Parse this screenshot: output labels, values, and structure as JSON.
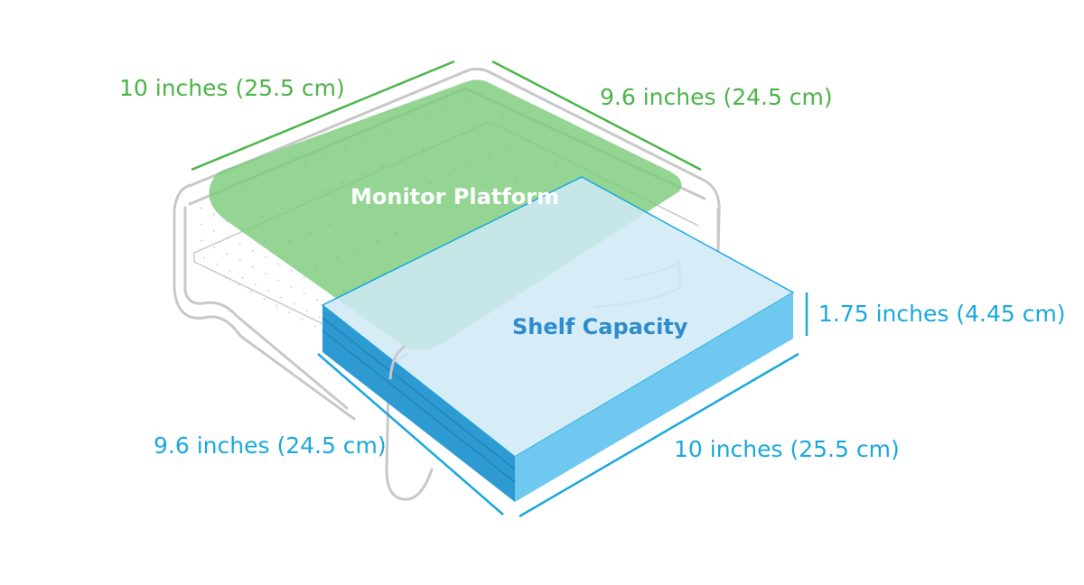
{
  "labels": {
    "monitor_platform": "Monitor Platform",
    "shelf_capacity": "Shelf Capacity"
  },
  "dimensions": {
    "platform_width": "10 inches (25.5 cm)",
    "platform_depth": "9.6 inches (24.5 cm)",
    "shelf_height": "1.75 inches (4.45 cm)",
    "shelf_depth": "9.6 inches (24.5 cm)",
    "shelf_width": "10 inches (25.5 cm)"
  },
  "colors": {
    "platform_green": "#7ccc7d",
    "platform_dim_green": "#4bb448",
    "shelf_blue": "#2d9bd2",
    "shelf_dim_blue": "#1aa8df",
    "shelf_top": "#d6edf7",
    "stand_outline": "#c8c8c8"
  }
}
